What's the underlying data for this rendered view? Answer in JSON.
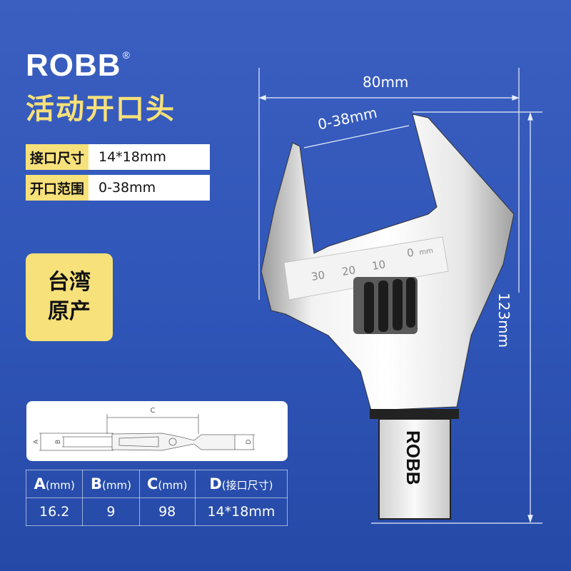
{
  "brand": {
    "name": "ROBB",
    "registered": "®"
  },
  "title": "活动开口头",
  "specs": [
    {
      "label": "接口尺寸",
      "value": "14*18mm"
    },
    {
      "label": "开口范围",
      "value": "0-38mm"
    }
  ],
  "badge": {
    "line1": "台湾",
    "line2": "原产"
  },
  "diagram": {
    "labels": {
      "a": "A",
      "b": "B",
      "c": "C",
      "d": "D"
    }
  },
  "dimension_table": {
    "headers": [
      {
        "letter": "A",
        "unit": "(mm)"
      },
      {
        "letter": "B",
        "unit": "(mm)"
      },
      {
        "letter": "C",
        "unit": "(mm)"
      },
      {
        "letter": "D",
        "unit": "(接口尺寸)"
      }
    ],
    "values": [
      "16.2",
      "9",
      "98",
      "14*18mm"
    ]
  },
  "product_dimensions": {
    "width": "80mm",
    "opening": "0-38mm",
    "height": "123mm"
  },
  "scale": {
    "marks": [
      "30",
      "20",
      "10",
      "0"
    ],
    "unit": "mm"
  },
  "shank_logo": "ROBB",
  "colors": {
    "background": "#2f55b8",
    "accent_yellow": "#f7e17a",
    "white": "#ffffff"
  }
}
